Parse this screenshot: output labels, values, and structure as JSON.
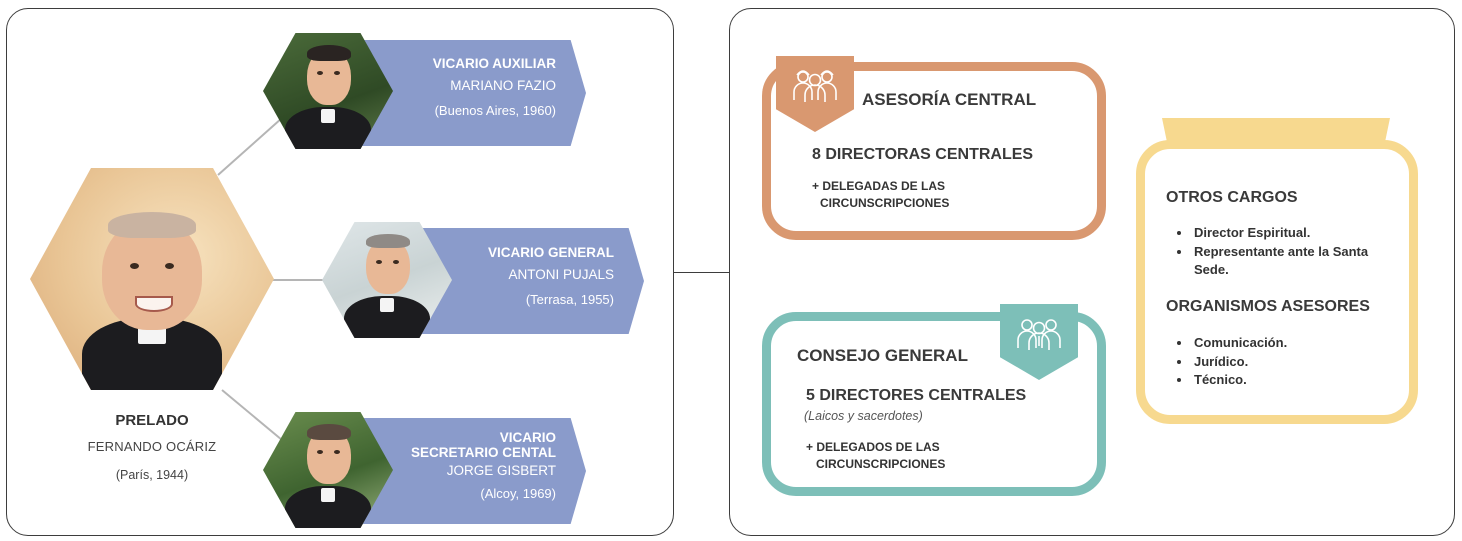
{
  "left": {
    "prelado": {
      "title": "PRELADO",
      "name": "FERNANDO OCÁRIZ",
      "place": "(París, 1944)"
    },
    "vicarios": [
      {
        "title": "VICARIO AUXILIAR",
        "name": "MARIANO FAZIO",
        "place": "(Buenos Aires, 1960)"
      },
      {
        "title": "VICARIO GENERAL",
        "name": "ANTONI PUJALS",
        "place": "(Terrasa, 1955)"
      },
      {
        "title_line1": "VICARIO",
        "title_line2": "SECRETARIO CENTAL",
        "name": "JORGE GISBERT",
        "place": "(Alcoy, 1969)"
      }
    ]
  },
  "asesoria": {
    "heading": "ASESORÍA CENTRAL",
    "main": "8 DIRECTORAS CENTRALES",
    "extra_line1": "+ DELEGADAS DE LAS",
    "extra_line2": "CIRCUNSCRIPCIONES"
  },
  "consejo": {
    "heading": "CONSEJO GENERAL",
    "main": "5 DIRECTORES CENTRALES",
    "note": "(Laicos y sacerdotes)",
    "extra_line1": "+ DELEGADOS DE LAS",
    "extra_line2": "CIRCUNSCRIPCIONES"
  },
  "otros": {
    "heading1": "OTROS CARGOS",
    "items1": [
      "Director Espiritual.",
      "Representante ante la Santa Sede."
    ],
    "heading2": "ORGANISMOS ASESORES",
    "items2": [
      "Comunicación.",
      "Jurídico.",
      "Técnico."
    ]
  },
  "colors": {
    "banner": "#8a9bcb",
    "asesoria": "#d99870",
    "consejo": "#7dbfb8",
    "otros": "#f7d98f"
  }
}
